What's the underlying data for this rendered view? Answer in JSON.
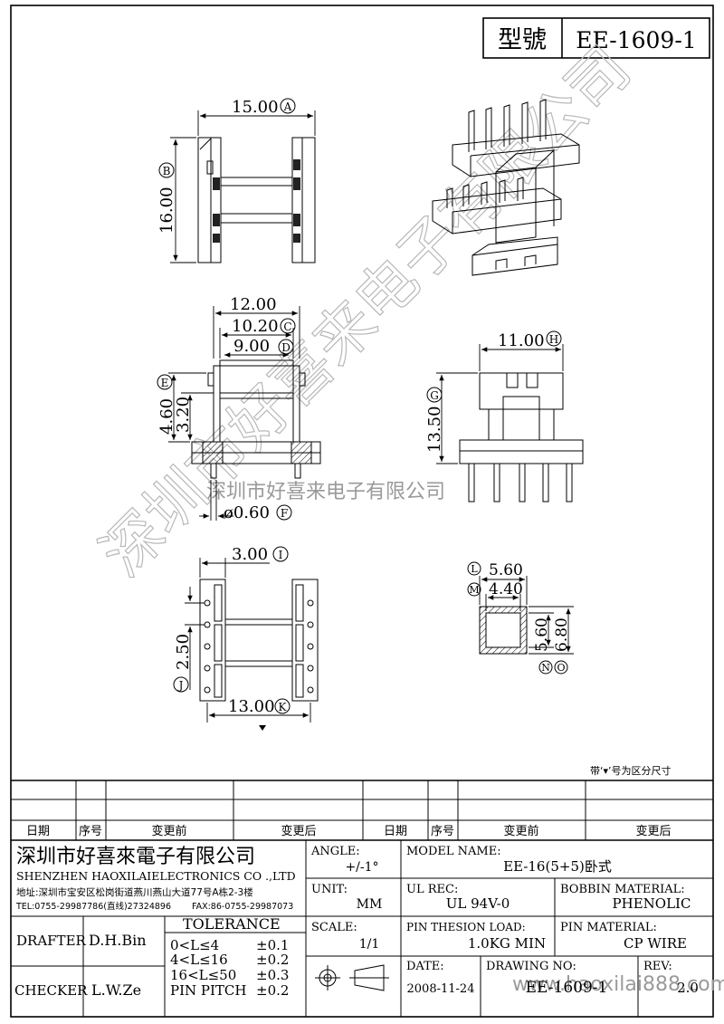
{
  "title_block_top": {
    "model_label": "型號",
    "model_value": "EE-1609-1"
  },
  "dimensions": {
    "A": {
      "value": "15.00",
      "tag": "A"
    },
    "B": {
      "value": "16.00",
      "tag": "B"
    },
    "C": {
      "value": "10.20",
      "tag": "C"
    },
    "D": {
      "value": "9.00",
      "tag": "D"
    },
    "E": {
      "value": "4.60",
      "tag": "E"
    },
    "F": {
      "value": "ø0.60",
      "tag": "F"
    },
    "G": {
      "value": "13.50",
      "tag": "G"
    },
    "H": {
      "value": "11.00",
      "tag": "H"
    },
    "I": {
      "value": "3.00",
      "tag": "I"
    },
    "J": {
      "value": "2.50",
      "tag": "J"
    },
    "K": {
      "value": "13.00",
      "tag": "K"
    },
    "L": {
      "value": "5.60",
      "tag": "L"
    },
    "M": {
      "value": "4.40",
      "tag": "M"
    },
    "N": {
      "value": "5.60",
      "tag": "N"
    },
    "O": {
      "value": "6.80",
      "tag": "O"
    },
    "front_total": "12.00",
    "front_inner": "3.20"
  },
  "marker_note": "带‘▾’号为区分尺寸",
  "watermark": {
    "main": "深圳市好喜来电子有限公司",
    "center": "深圳市好喜来电子有限公司",
    "url": "www.haoxilai888.com"
  },
  "revision_table": {
    "headers": [
      "日期",
      "序号",
      "变更前",
      "变更后",
      "日期",
      "序号",
      "变更前",
      "变更后"
    ]
  },
  "title_block": {
    "company_cn": "深圳市好喜來電子有限公司",
    "company_en": "SHENZHEN HAOXILAIELECTRONICS CO .,LTD",
    "address": "地址:深圳市宝安区松岗街道燕川燕山大道77号A栋2-3楼",
    "tel": "TEL:0755-29987786(直线)27324896",
    "fax": "FAX:86-0755-29987073",
    "drafter_label": "DRAFTER",
    "drafter": "D.H.Bin",
    "checker_label": "CHECKER",
    "checker": "L.W.Ze",
    "tolerance_label": "TOLERANCE",
    "tolerance_rows": [
      {
        "range": "0<L≤4",
        "tol": "±0.1"
      },
      {
        "range": "4<L≤16",
        "tol": "±0.2"
      },
      {
        "range": "16<L≤50",
        "tol": "±0.3"
      },
      {
        "range": "PIN PITCH",
        "tol": "±0.2"
      }
    ],
    "angle_label": "ANGLE:",
    "angle": "+/-1°",
    "unit_label": "UNIT:",
    "unit": "MM",
    "scale_label": "SCALE:",
    "scale": "1/1",
    "model_name_label": "MODEL NAME:",
    "model_name": "EE-16(5+5)卧式",
    "ul_label": "UL REC:",
    "ul": "UL 94V-0",
    "bobbin_label": "BOBBIN MATERIAL:",
    "bobbin": "PHENOLIC",
    "pin_load_label": "PIN THESION LOAD:",
    "pin_load": "1.0KG MIN",
    "pin_mat_label": "PIN MATERIAL:",
    "pin_mat": "CP  WIRE",
    "date_label": "DATE:",
    "date": "2008-11-24",
    "drawing_label": "DRAWING NO:",
    "drawing": "EE-1609-1",
    "rev_label": "REV:",
    "rev": "2.0"
  }
}
